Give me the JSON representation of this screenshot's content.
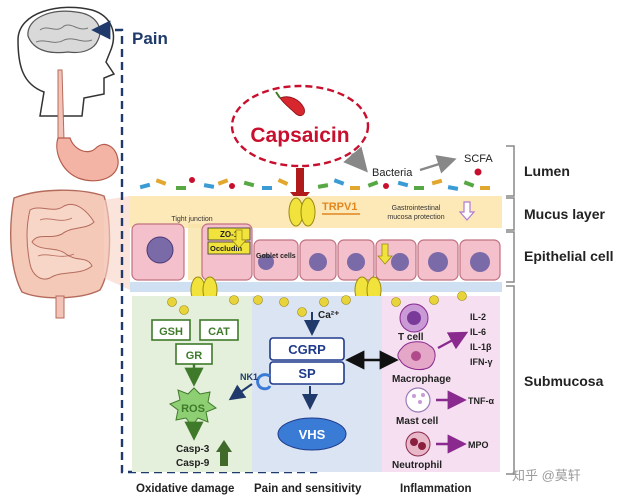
{
  "labels": {
    "pain": "Pain",
    "capsaicin": "Capsaicin",
    "bacteria": "Bacteria",
    "scfa": "SCFA",
    "trpv1": "TRPV1",
    "tight_junction": "Tight junction",
    "zo1": "ZO-1",
    "occludin": "Occludin",
    "goblet_cells": "Goblet cells",
    "gi_protection_line1": "Gastrointestinal",
    "gi_protection_line2": "mucosa protection",
    "ca": "Ca²⁺",
    "gsh": "GSH",
    "cat": "CAT",
    "gr": "GR",
    "ros": "ROS",
    "casp3": "Casp-3",
    "casp9": "Casp-9",
    "nk1": "NK1",
    "cgrp": "CGRP",
    "sp": "SP",
    "vhs": "VHS",
    "t_cell": "T cell",
    "macrophage": "Macrophage",
    "mast_cell": "Mast cell",
    "neutrophil": "Neutrophil",
    "il2": "IL-2",
    "il6": "IL-6",
    "il1b": "IL-1β",
    "ifng": "IFN-γ",
    "tnfa": "TNF-α",
    "mpo": "MPO"
  },
  "layers": {
    "lumen": "Lumen",
    "mucus": "Mucus layer",
    "epithelial": "Epithelial cell",
    "submucosa": "Submucosa"
  },
  "bottom": {
    "oxidative": "Oxidative damage",
    "pain_sensitivity": "Pain and sensitivity",
    "inflammation": "Inflammation"
  },
  "watermark": "知乎 @莫轩",
  "colors": {
    "dash_blue": "#1f3a6b",
    "capsaicin_red": "#c8102e",
    "mucus": "#fde9b8",
    "green_panel": "#e4efdc",
    "blue_panel": "#dbe4f3",
    "pink_panel": "#f5dff0",
    "green_text": "#3f7a2a",
    "navy": "#1f3a8a",
    "purple": "#8a2a8f"
  }
}
